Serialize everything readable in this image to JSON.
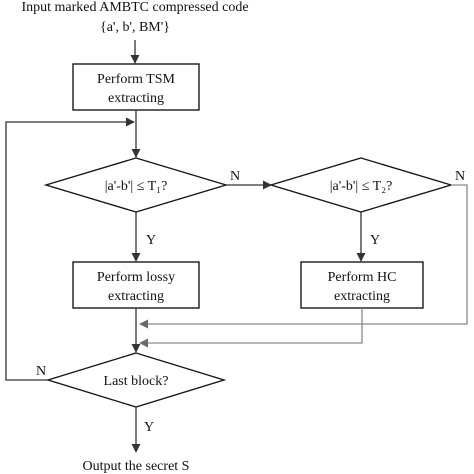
{
  "diagram": {
    "input": {
      "line1": "Input marked AMBTC compressed code",
      "line2": "{a', b', BM'}"
    },
    "steps": {
      "tsm": {
        "line1": "Perform TSM",
        "line2": "extracting"
      },
      "lossy": {
        "line1": "Perform lossy",
        "line2": "extracting"
      },
      "hc": {
        "line1": "Perform HC",
        "line2": "extracting"
      }
    },
    "decisions": {
      "t1": "|a'-b'| ≤ T₁?",
      "t2": "|a'-b'| ≤ T₂?",
      "last": "Last block?"
    },
    "branch_labels": {
      "t1_no": "N",
      "t1_yes": "Y",
      "t2_no": "N",
      "t2_yes": "Y",
      "last_no": "N",
      "last_yes": "Y"
    },
    "output": "Output the secret S"
  },
  "colors": {
    "stroke": "#1a1a1a",
    "light_edge": "#8a8a8a",
    "background": "#ffffff"
  }
}
